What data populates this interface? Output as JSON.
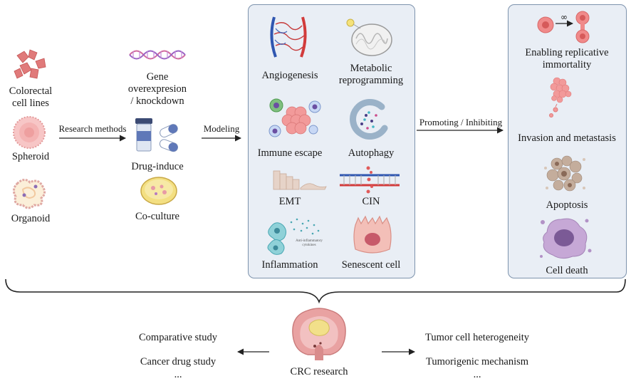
{
  "models": {
    "colorectal_cell_lines": "Colorectal\ncell lines",
    "spheroid": "Spheroid",
    "organoid": "Organoid"
  },
  "arrow_research_methods": "Research methods",
  "methods": {
    "gene": "Gene\noverexpresion\n/ knockdown",
    "drug": "Drug-induce",
    "coculture": "Co-culture"
  },
  "arrow_modeling": "Modeling",
  "processes": {
    "angiogenesis": "Angiogenesis",
    "metabolic": "Metabolic\nreprogramming",
    "immune": "Immune escape",
    "autophagy": "Autophagy",
    "emt": "EMT",
    "cin": "CIN",
    "inflammation": "Inflammation",
    "senescent": "Senescent cell",
    "cytokine_caption": "Anti-inflammatory\ncytokines"
  },
  "arrow_promoting": "Promoting / Inhibiting",
  "outcomes": {
    "immortality": "Enabling replicative\nimmortality",
    "infinity": "∞",
    "invasion": "Invasion and metastasis",
    "apoptosis": "Apoptosis",
    "cell_death": "Cell death"
  },
  "bottom": {
    "center": "CRC research",
    "left": [
      "Comparative study",
      "Cancer drug study",
      "..."
    ],
    "right": [
      "Tumor cell heterogeneity",
      "Tumorigenic mechanism",
      "..."
    ]
  },
  "colors": {
    "panel_border": "#7d93ad",
    "panel_fill": "#e9eef5",
    "arrow": "#222222"
  }
}
